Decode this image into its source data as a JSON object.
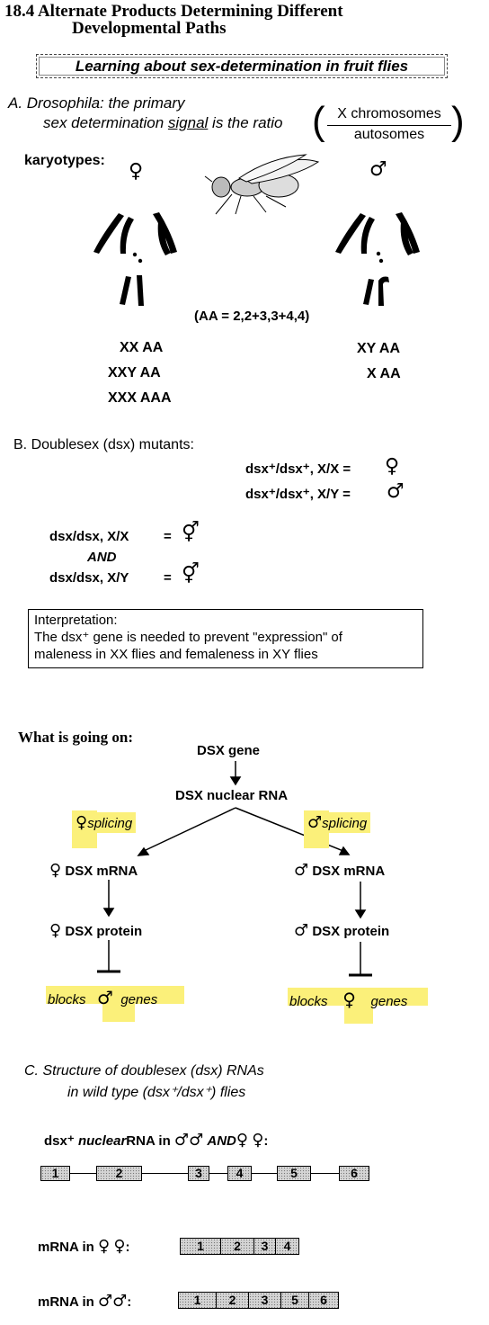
{
  "title": {
    "line1": "18.4  Alternate Products Determining Different",
    "line2": "Developmental Paths"
  },
  "subtitle": "Learning about sex-determination in fruit flies",
  "section_a": {
    "heading": "A. Drosophila: the primary",
    "line2_pre": "sex determination ",
    "line2_signal": "signal",
    "line2_post": " is the ratio",
    "ratio_num": "X chromosomes",
    "ratio_den": "autosomes",
    "karyotypes_label": "karyotypes:",
    "female_symbol": "♀",
    "male_symbol": "♂",
    "aa_note": "(AA = 2,2+3,3+4,4)",
    "female_karyotypes": [
      "XX AA",
      "XXY AA",
      "XXX AAA"
    ],
    "male_karyotypes": [
      "XY AA",
      "X AA"
    ]
  },
  "section_b": {
    "heading": "B.   Doublesex (dsx) mutants:",
    "wt_female": "dsx⁺/dsx⁺, X/X =",
    "wt_male": "dsx⁺/dsx⁺, X/Y =",
    "mut_xx": "dsx/dsx, X/X",
    "and": "AND",
    "mut_xy": "dsx/dsx, X/Y",
    "equals": "=",
    "intersex_symbol": "⚥",
    "interp_title": "Interpretation:",
    "interp_line1": "The dsx⁺ gene is needed to prevent \"expression\" of",
    "interp_line2": "maleness in XX flies and femaleness in XY flies"
  },
  "pathway": {
    "heading": "What is going on:",
    "gene": "DSX gene",
    "nuclear_rna": "DSX nuclear RNA",
    "splicing": "splicing",
    "mrna": "DSX mRNA",
    "protein": "DSX protein",
    "blocks": "blocks",
    "genes": "genes"
  },
  "section_c": {
    "heading": "C.   Structure of doublesex (dsx) RNAs",
    "subheading": "in wild type (dsx⁺/dsx⁺) flies",
    "nuclear_pre": "dsx⁺ ",
    "nuclear_italic": "nuclear",
    "nuclear_post": "RNA  in",
    "nuclear_and": "AND",
    "nuclear_colon": ":",
    "exons": [
      "1",
      "2",
      "3",
      "4",
      "5",
      "6"
    ],
    "mrna_label": "mRNA in",
    "female_mrna_exons": [
      "1",
      "2",
      "3",
      "4"
    ],
    "male_mrna_exons": [
      "1",
      "2",
      "3",
      "5",
      "6"
    ]
  }
}
